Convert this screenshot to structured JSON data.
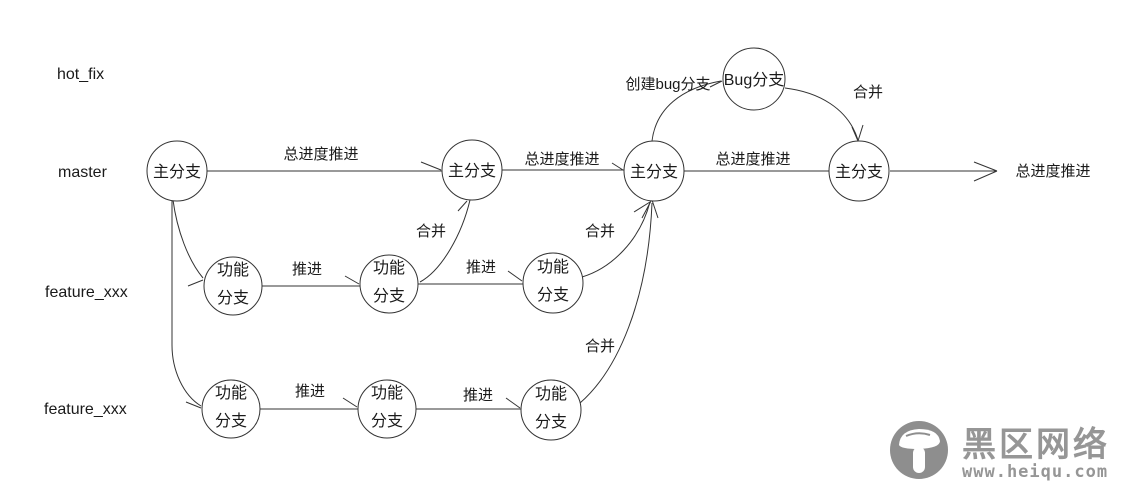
{
  "diagram": {
    "rows": [
      {
        "label": "hot_fix"
      },
      {
        "label": "master"
      },
      {
        "label": "feature_xxx"
      },
      {
        "label": "feature_xxx"
      }
    ],
    "nodes": {
      "main_label": "主分支",
      "feature_label_line1": "功能",
      "feature_label_line2": "分支",
      "bug_label": "Bug分支"
    },
    "edges": {
      "overall_label": "总进度推进",
      "push_label": "推进",
      "merge_label": "合并",
      "create_bug_label": "创建bug分支"
    }
  },
  "watermark": {
    "title": "黑区网络",
    "url": "www.heiqu.com"
  },
  "colors": {
    "line": "#333333",
    "text": "#1a1a1a",
    "watermark_gray": "#969696",
    "background": "#ffffff"
  }
}
